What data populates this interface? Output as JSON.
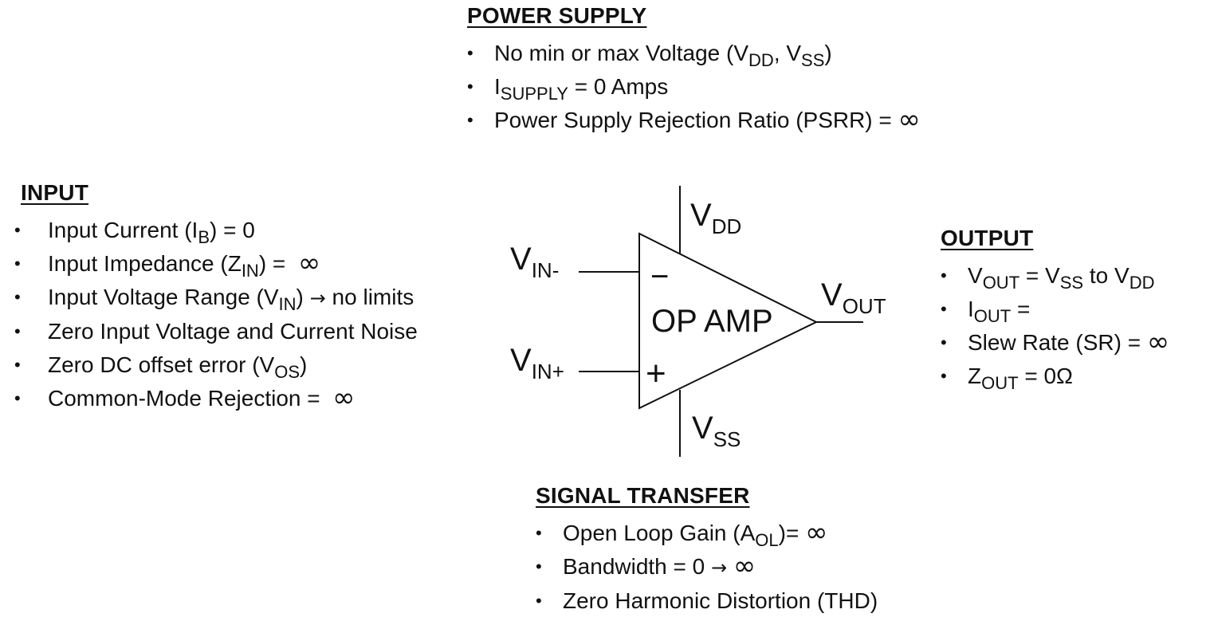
{
  "power_supply": {
    "heading": "POWER SUPPLY",
    "items": [
      {
        "pre": "No min or max Voltage (V",
        "sub1": "DD",
        "mid": ", V",
        "sub2": "SS",
        "post": ")"
      },
      {
        "pre": "I",
        "sub1": "SUPPLY",
        "post": " = 0 Amps"
      },
      {
        "pre": "Power Supply Rejection Ratio (PSRR) = ",
        "inf": "∞"
      }
    ]
  },
  "input": {
    "heading": "INPUT",
    "items": [
      {
        "pre": "Input Current (I",
        "sub1": "B",
        "post": ") = 0"
      },
      {
        "pre": "Input Impedance (Z",
        "sub1": "IN",
        "post": ") =  ",
        "inf": "∞"
      },
      {
        "pre": "Input Voltage Range (V",
        "sub1": "IN",
        "post": ") ",
        "arrow": "→",
        "post2": " no limits"
      },
      {
        "pre": "Zero Input Voltage and Current Noise"
      },
      {
        "pre": "Zero DC offset error (V",
        "sub1": "OS",
        "post": ")"
      },
      {
        "pre": "Common-Mode Rejection =  ",
        "inf": "∞"
      }
    ]
  },
  "output": {
    "heading": "OUTPUT",
    "items": [
      {
        "pre": "V",
        "sub1": "OUT",
        "mid": " = V",
        "sub2": "SS",
        "mid2": " to V",
        "sub3": "DD"
      },
      {
        "pre": "I",
        "sub1": "OUT",
        "post": " ="
      },
      {
        "pre": "Slew Rate (SR) = ",
        "inf": "∞"
      },
      {
        "pre": "Z",
        "sub1": "OUT",
        "post": " = 0Ω"
      }
    ]
  },
  "signal_transfer": {
    "heading": "SIGNAL TRANSFER",
    "items": [
      {
        "pre": "Open Loop Gain (A",
        "sub1": "OL",
        "post": ")= ",
        "inf": "∞"
      },
      {
        "pre": "Bandwidth = 0 ",
        "arrow": "→",
        "post": " ",
        "inf": "∞"
      },
      {
        "pre": "Zero Harmonic Distortion (THD)"
      }
    ]
  },
  "bullet": "•",
  "diagram": {
    "label": "OP AMP",
    "vdd": {
      "main": "V",
      "sub": "DD"
    },
    "vss": {
      "main": "V",
      "sub": "SS"
    },
    "vin_minus": {
      "main": "V",
      "sub": "IN-"
    },
    "vin_plus": {
      "main": "V",
      "sub": "IN+"
    },
    "vout": {
      "main": "V",
      "sub": "OUT"
    },
    "minus_sign": "−",
    "plus_sign": "+"
  }
}
